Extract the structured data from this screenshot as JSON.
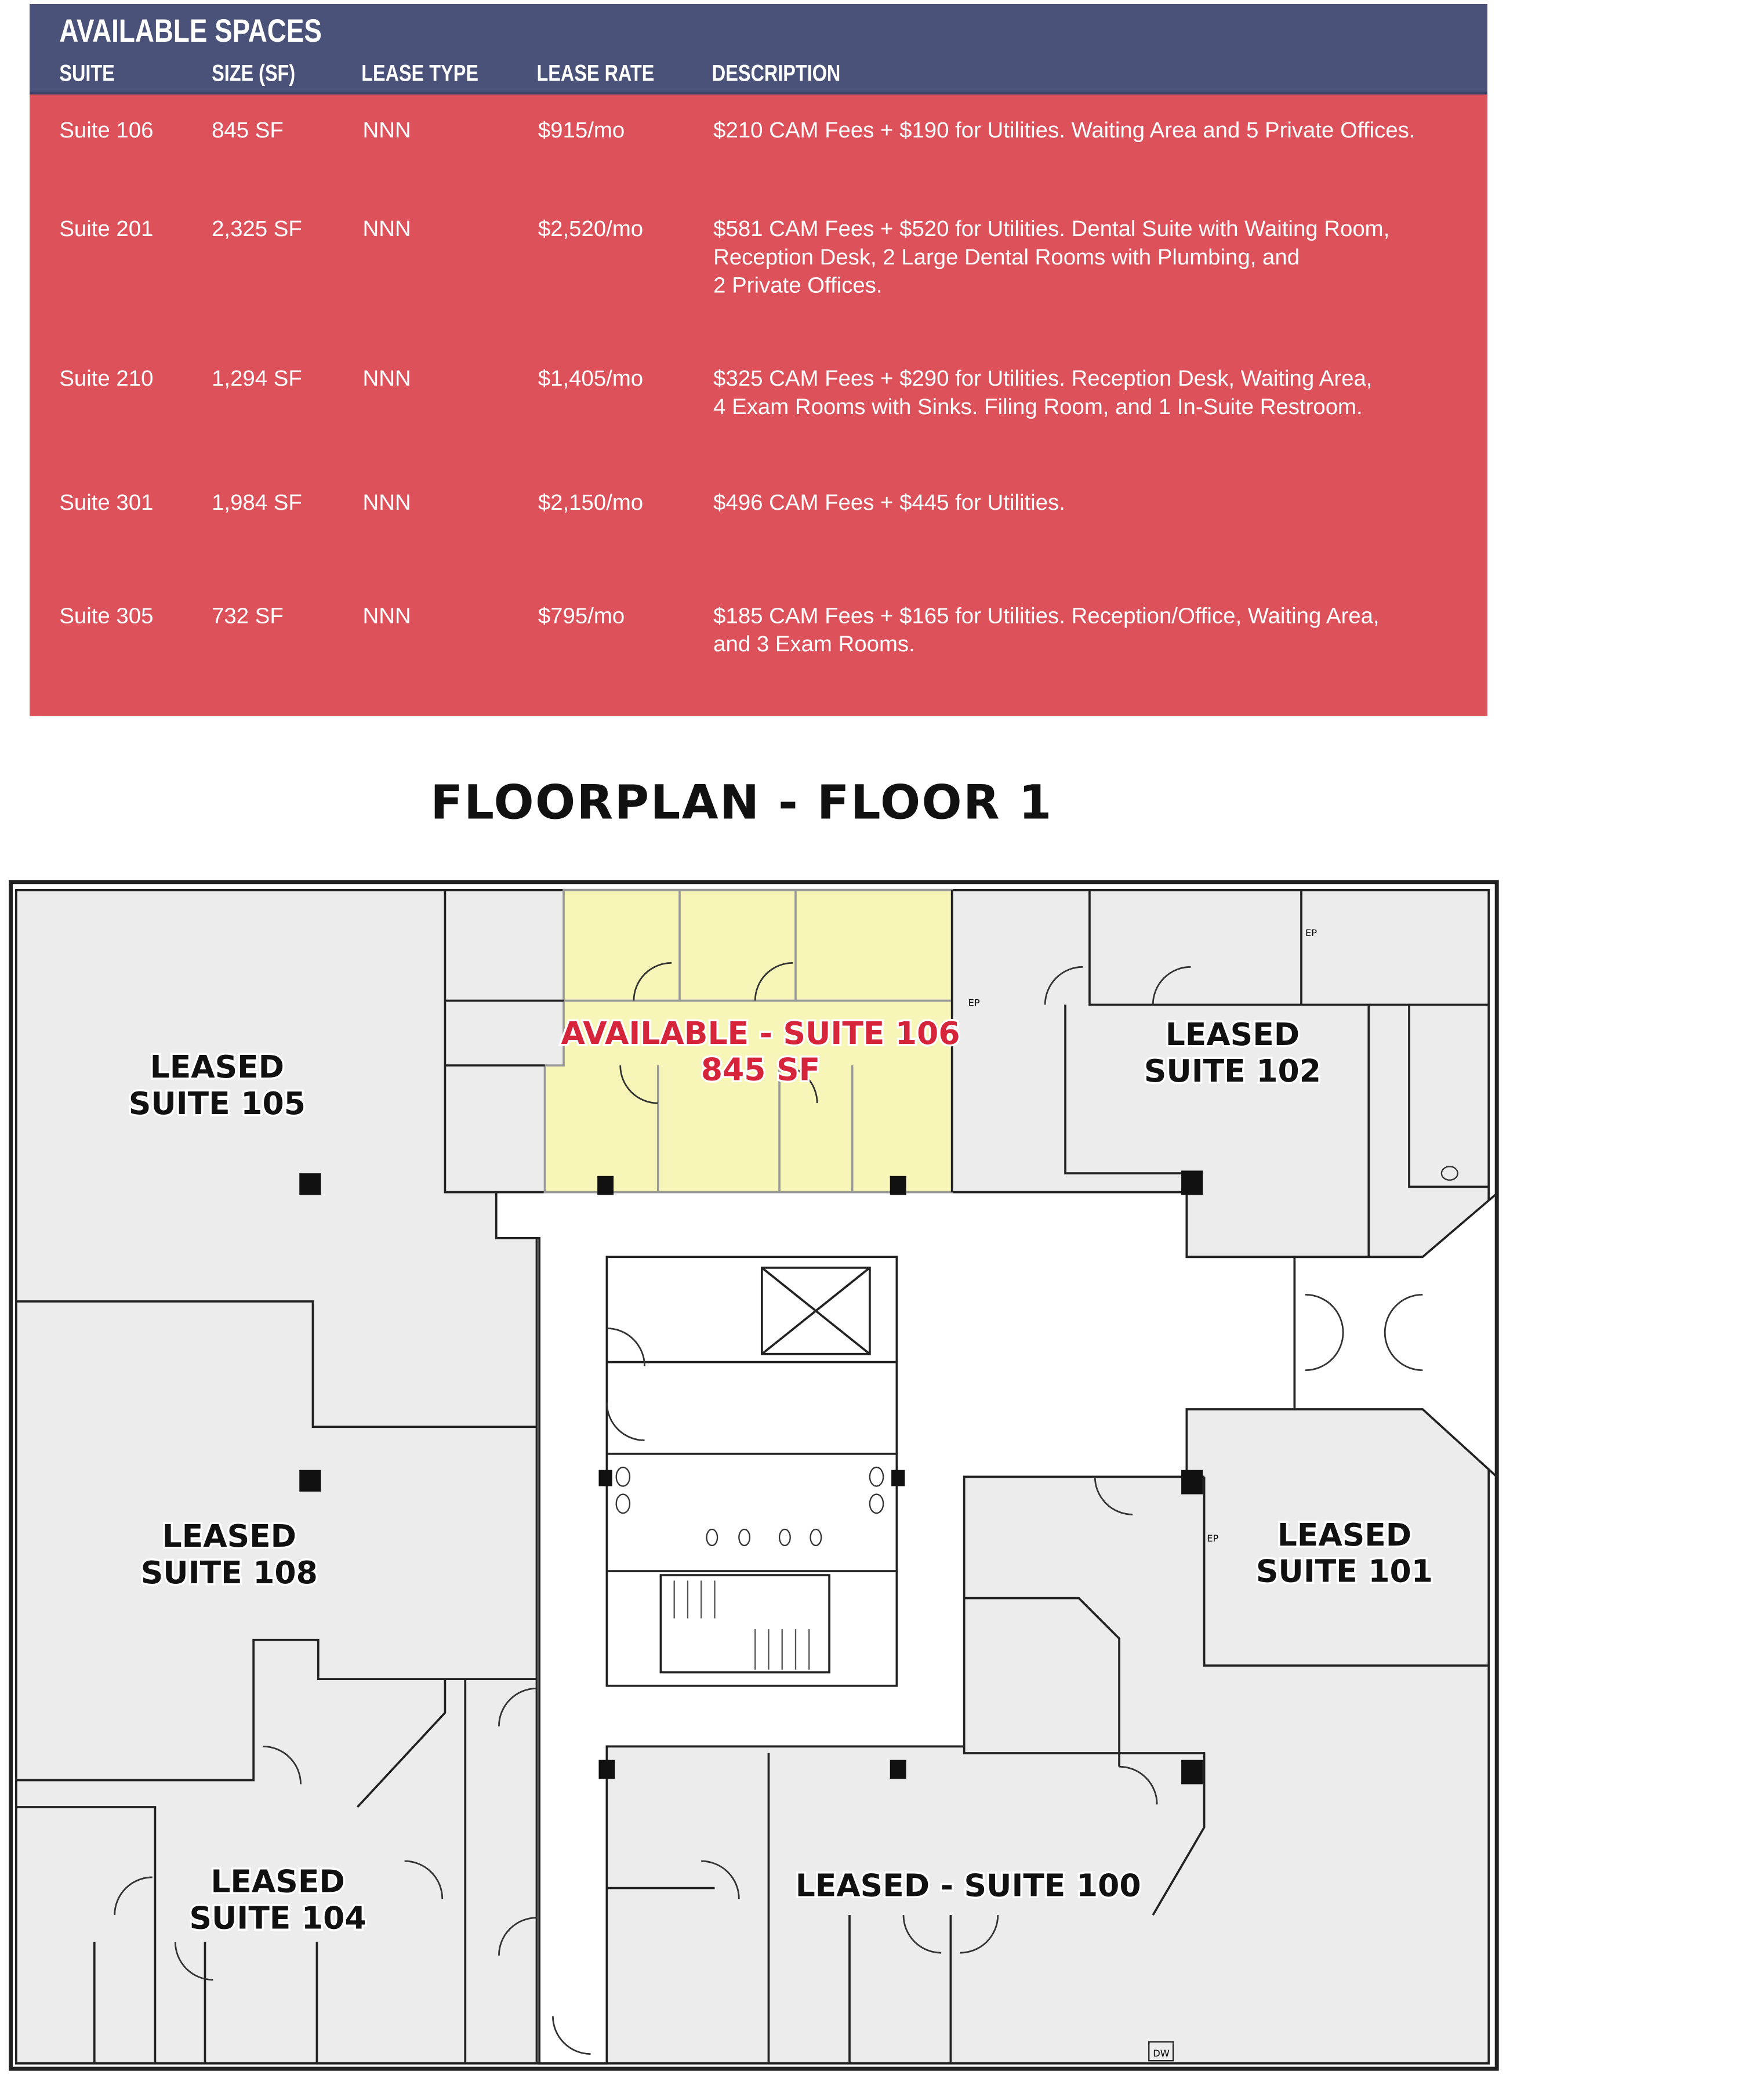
{
  "table": {
    "title": "AVAILABLE SPACES",
    "columns": [
      "SUITE",
      "SIZE (SF)",
      "LEASE TYPE",
      "LEASE RATE",
      "DESCRIPTION"
    ],
    "rows": [
      {
        "suite": "Suite 106",
        "size": "845 SF",
        "type": "NNN",
        "rate": "$915/mo",
        "description": "$210 CAM Fees + $190 for Utilities. Waiting Area and 5 Private Offices."
      },
      {
        "suite": "Suite 201",
        "size": "2,325 SF",
        "type": "NNN",
        "rate": "$2,520/mo",
        "description": "$581 CAM Fees + $520 for Utilities. Dental Suite with Waiting Room,\nReception Desk, 2 Large Dental Rooms with Plumbing, and\n2 Private Offices."
      },
      {
        "suite": "Suite 210",
        "size": "1,294 SF",
        "type": "NNN",
        "rate": "$1,405/mo",
        "description": "$325 CAM Fees + $290 for Utilities. Reception Desk, Waiting Area,\n4 Exam Rooms with Sinks. Filing Room, and 1 In-Suite Restroom."
      },
      {
        "suite": "Suite 301",
        "size": "1,984 SF",
        "type": "NNN",
        "rate": "$2,150/mo",
        "description": "$496 CAM Fees + $445 for Utilities."
      },
      {
        "suite": "Suite 305",
        "size": "732 SF",
        "type": "NNN",
        "rate": "$795/mo",
        "description": "$185 CAM Fees + $165 for Utilities. Reception/Office, Waiting Area,\nand 3 Exam Rooms."
      }
    ]
  },
  "floorplan": {
    "title": "FLOORPLAN - FLOOR 1",
    "labels": {
      "s106_a": "AVAILABLE - SUITE 106",
      "s106_b": "845 SF",
      "s105_a": "LEASED",
      "s105_b": "SUITE 105",
      "s102_a": "LEASED",
      "s102_b": "SUITE 102",
      "s108_a": "LEASED",
      "s108_b": "SUITE 108",
      "s101_a": "LEASED",
      "s101_b": "SUITE 101",
      "s104_a": "LEASED",
      "s104_b": "SUITE 104",
      "s100": "LEASED - SUITE 100",
      "ep": "EP",
      "dw": "DW"
    },
    "colors": {
      "header": "#4a527a",
      "rows": "#dc515a",
      "available": "#f7f6b8",
      "leased": "#ececec",
      "available_text": "#d6243a"
    }
  }
}
